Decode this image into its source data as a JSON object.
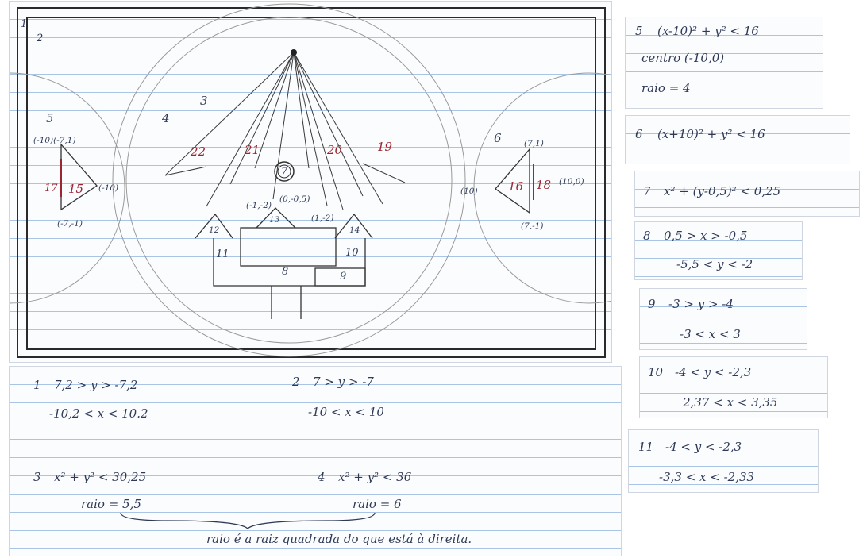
{
  "drawing": {
    "region_labels": {
      "outer": "1",
      "inner": "2",
      "small_circle": "3",
      "big_circle": "4",
      "left_semicircle": "5",
      "right_semicircle": "6",
      "center_circle": "7",
      "center_house": "8",
      "bottom_rect": "9",
      "right_house_body": "10",
      "left_house_body": "11",
      "left_roof": "12",
      "center_roof": "13",
      "right_roof": "14",
      "left_triangle": "15",
      "right_triangle": "16",
      "left_bar": "17",
      "right_bar": "18",
      "lines": [
        "22",
        "21",
        "20",
        "19"
      ]
    },
    "coord_labels": {
      "left_top": "(-10)(-7,1)",
      "left_vertex": "(-10)",
      "left_bottom": "(-7,-1)",
      "right_top": "(7,1)",
      "right_vertex": "(10,0)",
      "right_left": "(10)",
      "right_bottom": "(7,-1)",
      "roof_left": "(-1,-2)",
      "roof_center": "(0,-0,5)",
      "roof_right": "(1,-2)"
    }
  },
  "ineq_right": [
    {
      "num": "5",
      "lines": [
        "(x-10)² + y² < 16",
        "centro (-10,0)",
        "raio = 4"
      ]
    },
    {
      "num": "6",
      "lines": [
        "(x+10)² + y² < 16"
      ]
    },
    {
      "num": "7",
      "lines": [
        "x² + (y-0,5)² < 0,25"
      ]
    },
    {
      "num": "8",
      "lines": [
        "0,5 > x > -0,5",
        "-5,5 < y < -2"
      ]
    },
    {
      "num": "9",
      "lines": [
        "-3 > y > -4",
        "-3 < x < 3"
      ]
    },
    {
      "num": "10",
      "lines": [
        "-4 < y < -2,3",
        "2,37 < x < 3,35"
      ]
    },
    {
      "num": "11",
      "lines": [
        "-4 < y < -2,3",
        "-3,3 < x < -2,33"
      ]
    }
  ],
  "ineq_bottom": {
    "i1": {
      "num": "1",
      "l1": "7,2 > y > -7,2",
      "l2": "-10,2 < x < 10.2"
    },
    "i2": {
      "num": "2",
      "l1": "7 > y > -7",
      "l2": "-10 < x < 10"
    },
    "i3": {
      "num": "3",
      "l1": "x² + y² < 30,25",
      "l2": "raio = 5,5"
    },
    "i4": {
      "num": "4",
      "l1": "x² + y² < 36",
      "l2": "raio = 6"
    },
    "note": "raio é a raiz quadrada do que está à direita."
  }
}
